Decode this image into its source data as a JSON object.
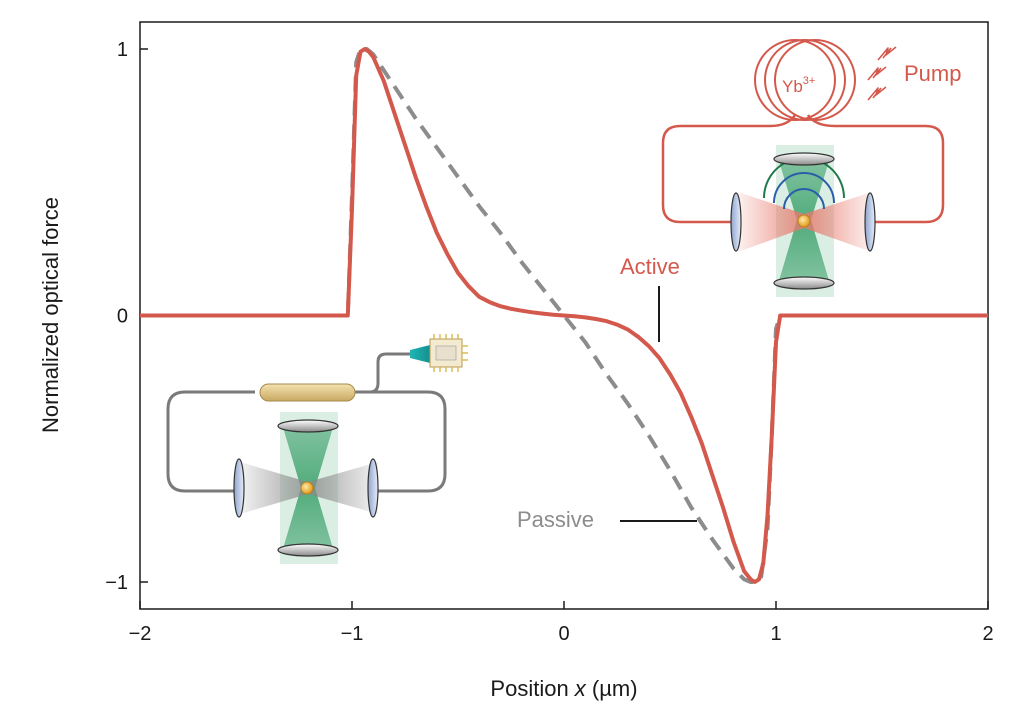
{
  "chart_data": {
    "type": "line",
    "xlabel_prefix": "Position ",
    "xlabel_var": "x",
    "xlabel_unit": " (µm)",
    "ylabel": "Normalized optical force",
    "xlim": [
      -2,
      2
    ],
    "ylim": [
      -1,
      1
    ],
    "xticks": [
      -2,
      -1,
      0,
      1,
      2
    ],
    "yticks": [
      -1,
      0,
      1
    ],
    "xtick_labels": [
      "−2",
      "−1",
      "0",
      "1",
      "2"
    ],
    "ytick_labels": [
      "−1",
      "0",
      "1"
    ],
    "grid": false,
    "series": [
      {
        "name": "Passive",
        "color": "#8c8c8c",
        "dash": true,
        "x": [
          -2,
          -1.02,
          -1.0,
          -0.98,
          -0.96,
          -0.93,
          -0.9,
          -0.8,
          -0.7,
          -0.6,
          -0.5,
          -0.4,
          -0.3,
          -0.2,
          -0.1,
          0,
          0.1,
          0.2,
          0.3,
          0.4,
          0.5,
          0.6,
          0.7,
          0.8,
          0.85,
          0.88,
          0.9,
          0.93,
          0.96,
          0.98,
          1.0,
          1.02,
          2
        ],
        "y": [
          0,
          0,
          0.45,
          0.95,
          1.0,
          1.0,
          0.98,
          0.86,
          0.74,
          0.63,
          0.52,
          0.41,
          0.31,
          0.2,
          0.1,
          0,
          -0.1,
          -0.22,
          -0.33,
          -0.45,
          -0.58,
          -0.72,
          -0.84,
          -0.95,
          -0.99,
          -1.0,
          -1.0,
          -0.98,
          -0.8,
          -0.45,
          -0.05,
          0,
          0
        ]
      },
      {
        "name": "Active",
        "color": "#d4594d",
        "dash": false,
        "x": [
          -2,
          -1.02,
          -1.0,
          -0.98,
          -0.96,
          -0.94,
          -0.92,
          -0.9,
          -0.85,
          -0.8,
          -0.75,
          -0.7,
          -0.65,
          -0.6,
          -0.55,
          -0.5,
          -0.45,
          -0.4,
          -0.35,
          -0.3,
          -0.25,
          -0.2,
          -0.15,
          -0.1,
          -0.05,
          0,
          0.05,
          0.1,
          0.15,
          0.2,
          0.25,
          0.3,
          0.35,
          0.4,
          0.45,
          0.5,
          0.55,
          0.6,
          0.65,
          0.7,
          0.75,
          0.8,
          0.85,
          0.88,
          0.9,
          0.92,
          0.94,
          0.96,
          0.98,
          1.0,
          1.02,
          2
        ],
        "y": [
          0,
          0,
          0.4,
          0.9,
          0.99,
          1.0,
          0.99,
          0.97,
          0.88,
          0.76,
          0.64,
          0.52,
          0.41,
          0.31,
          0.23,
          0.16,
          0.11,
          0.07,
          0.05,
          0.035,
          0.025,
          0.018,
          0.012,
          0.007,
          0.003,
          0,
          -0.003,
          -0.007,
          -0.013,
          -0.021,
          -0.034,
          -0.052,
          -0.08,
          -0.115,
          -0.16,
          -0.22,
          -0.29,
          -0.38,
          -0.48,
          -0.6,
          -0.72,
          -0.85,
          -0.96,
          -0.99,
          -1.0,
          -0.99,
          -0.93,
          -0.75,
          -0.45,
          -0.1,
          0,
          0
        ]
      }
    ],
    "annotations": {
      "passive_text": "Passive",
      "active_text": "Active",
      "pump_text": "Pump",
      "ion_base": "Yb",
      "ion_sup": "3+"
    }
  }
}
